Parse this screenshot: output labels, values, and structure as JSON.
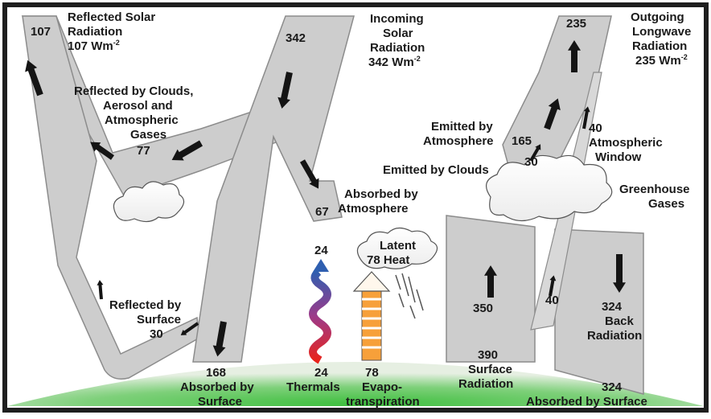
{
  "colors": {
    "frame": "#1e1e1e",
    "band_fill": "#cdcdcd",
    "band_stroke": "#8c8c8c",
    "arrow": "#141414",
    "ground_center": "#4ec24e",
    "ground_edge": "#d6e8d0"
  },
  "labels": {
    "reflected_solar_value": "107",
    "reflected_solar": [
      "Reflected Solar",
      "Radiation",
      "107 Wm"
    ],
    "reflected_solar_sup": "-2",
    "incoming_value": "342",
    "incoming": [
      "Incoming",
      "Solar",
      "Radiation",
      "342 Wm"
    ],
    "incoming_sup": "-2",
    "outgoing_value": "235",
    "outgoing": [
      "Outgoing",
      "Longwave",
      "Radiation",
      "235 Wm"
    ],
    "outgoing_sup": "-2",
    "reflected_clouds": [
      "Reflected by Clouds,",
      "Aerosol and",
      "Atmospheric",
      "Gases",
      "77"
    ],
    "absorbed_atm_value": "67",
    "absorbed_atm": [
      "Absorbed by",
      "Atmosphere"
    ],
    "emitted_atm": [
      "Emitted by",
      "Atmosphere"
    ],
    "emitted_atm_value": "165",
    "emitted_clouds": "Emitted by Clouds",
    "emitted_clouds_value": "30",
    "window_value": "40",
    "window": [
      "Atmospheric",
      "Window"
    ],
    "greenhouse": [
      "Greenhouse",
      "Gases"
    ],
    "reflected_surface": [
      "Reflected by",
      "Surface",
      "30"
    ],
    "absorbed_surface": [
      "168",
      "Absorbed by",
      "Surface"
    ],
    "thermals_value": "24",
    "thermals": [
      "24",
      "Thermals"
    ],
    "latent": [
      "Latent",
      "78 Heat"
    ],
    "evapo": [
      "78",
      "Evapo-",
      "transpiration"
    ],
    "surface_rad_value": "350",
    "surface_rad": [
      "390",
      "Surface",
      "Radiation"
    ],
    "window_low_value": "40",
    "back_rad": [
      "324",
      "Back",
      "Radiation"
    ],
    "absorbed_back": [
      "324",
      "Absorbed by Surface"
    ]
  }
}
